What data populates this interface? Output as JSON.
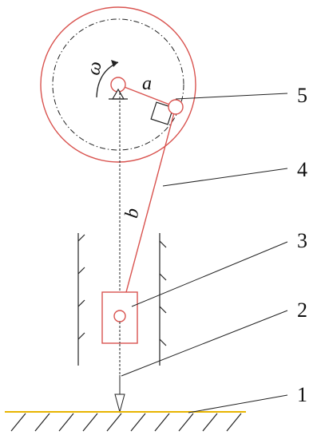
{
  "labels": {
    "omega": "ω",
    "a": "a",
    "b": "b"
  },
  "callouts": [
    {
      "id": "1",
      "text": "1"
    },
    {
      "id": "2",
      "text": "2"
    },
    {
      "id": "3",
      "text": "3"
    },
    {
      "id": "4",
      "text": "4"
    },
    {
      "id": "5",
      "text": "5"
    }
  ],
  "colors": {
    "mechanism": "#d9534f",
    "lines": "#222222",
    "ground": "#e8b400"
  }
}
